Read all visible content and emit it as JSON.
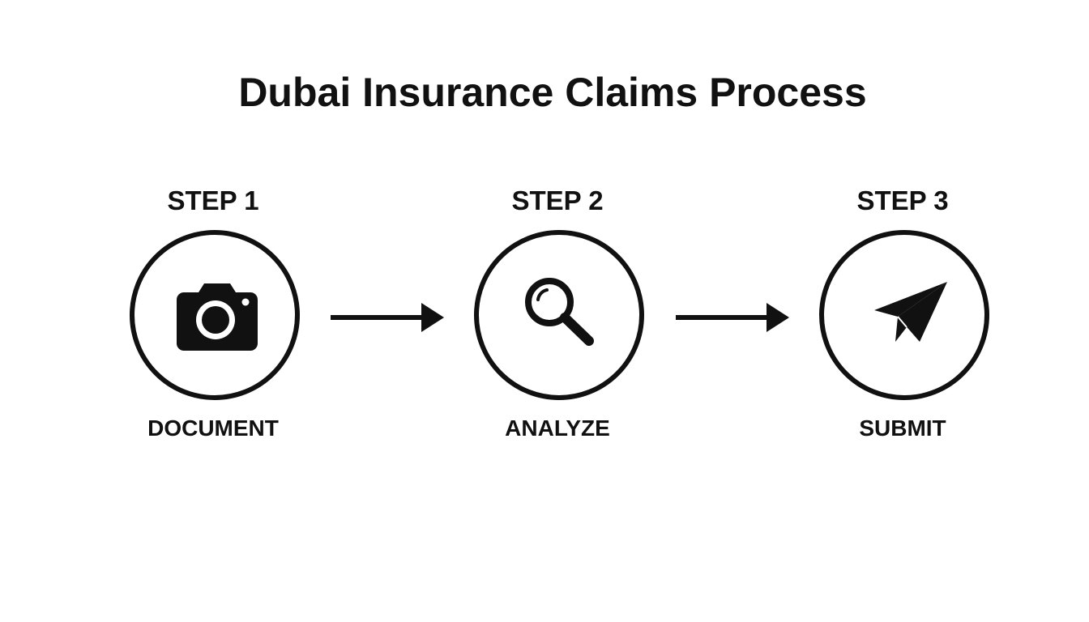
{
  "title": "Dubai Insurance Claims Process",
  "steps": [
    {
      "label": "STEP 1",
      "caption": "DOCUMENT",
      "icon": "camera-icon"
    },
    {
      "label": "STEP 2",
      "caption": "ANALYZE",
      "icon": "magnifying-glass-icon"
    },
    {
      "label": "STEP 3",
      "caption": "SUBMIT",
      "icon": "paper-plane-icon"
    }
  ],
  "colors": {
    "foreground": "#111111",
    "background": "#ffffff"
  }
}
